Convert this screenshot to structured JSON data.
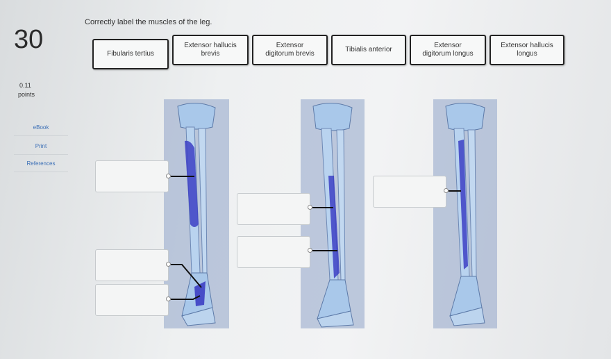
{
  "question": {
    "number": "30",
    "points_value": "0.11",
    "points_label": "points"
  },
  "sidebar": {
    "links": [
      "eBook",
      "Print",
      "References"
    ]
  },
  "instruction": "Correctly label the muscles of the leg.",
  "labels": [
    [
      "Fibularis tertius"
    ],
    [
      "Extensor hallucis",
      "brevis"
    ],
    [
      "Extensor",
      "digitorum brevis"
    ],
    [
      "Tibialis anterior"
    ],
    [
      "Extensor",
      "digitorum longus"
    ],
    [
      "Extensor hallucis",
      "longus"
    ]
  ],
  "colors": {
    "muscle": "#3c3fc4",
    "bone": "#a9c8ea",
    "shadow": "#6f86b8"
  },
  "icons": {
    "leg": "leg-illustration"
  }
}
